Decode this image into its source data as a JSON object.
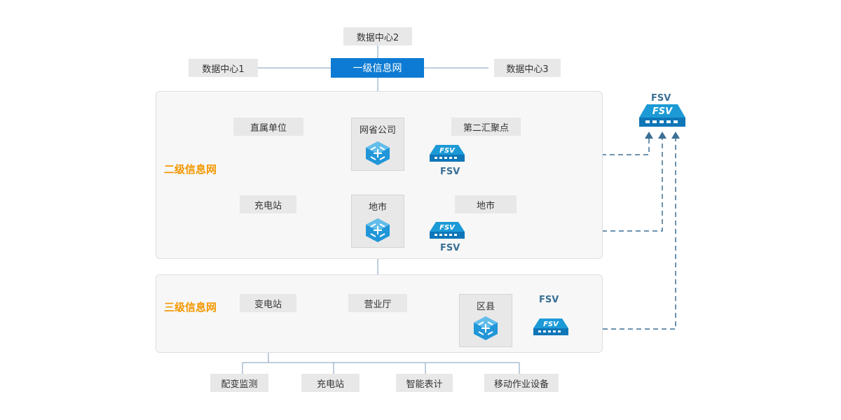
{
  "top": {
    "dc2": "数据中心2",
    "dc1": "数据中心1",
    "core": "一级信息网",
    "dc3": "数据中心3"
  },
  "level2": {
    "label": "二级信息网",
    "direct_unit": "直属单位",
    "provincial_company": "网省公司",
    "second_aggregation": "第二汇聚点",
    "charging_station": "充电站",
    "city": "地市",
    "city_right": "地市",
    "fsv_1": "FSV",
    "fsv_2": "FSV"
  },
  "level3": {
    "label": "三级信息网",
    "substation": "变电站",
    "business_hall": "营业厅",
    "county": "区县",
    "fsv": "FSV"
  },
  "endpoints": [
    "配变监测",
    "充电站",
    "智能表计",
    "移动作业设备"
  ],
  "central_fsv": {
    "label": "FSV",
    "device_text": "FSV"
  },
  "device_text": "FSV",
  "colors": {
    "core_blue": "#0d7bd3",
    "level_orange": "#f39800",
    "device_blue": "#1c9ad6",
    "dashed_line": "#3a6f96"
  },
  "icons": [
    "switch-icon",
    "fsv-device-icon",
    "arrow-up-icon"
  ]
}
